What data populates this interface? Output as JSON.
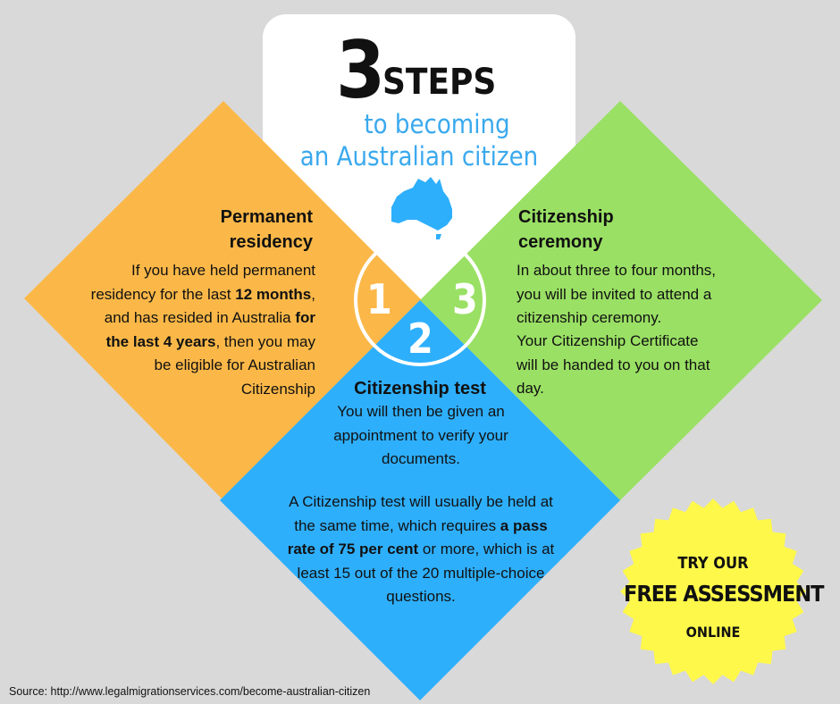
{
  "title": {
    "number": "3",
    "word": "STEPS",
    "subtitle_line1": "to becoming",
    "subtitle_line2": "an Australian citizen"
  },
  "steps": [
    {
      "number": "1",
      "heading_line1": "Permanent",
      "heading_line2": "residency",
      "body_parts": [
        {
          "t": "If you have held permanent residency for the last ",
          "b": false
        },
        {
          "t": "12 months",
          "b": true
        },
        {
          "t": ", and has resided in Australia ",
          "b": false
        },
        {
          "t": "for the last 4 years",
          "b": true
        },
        {
          "t": ", then you may be eligible for Australian Citizenship",
          "b": false
        }
      ]
    },
    {
      "number": "2",
      "heading": "Citizenship test",
      "body1": "You will then be given an appointment to verify your documents.",
      "body2_parts": [
        {
          "t": "A Citizenship test will usually be held at the same time, which requires ",
          "b": false
        },
        {
          "t": "a pass rate of 75 per cent",
          "b": true
        },
        {
          "t": " or more, which is at least 15 out of the 20 multiple-choice questions.",
          "b": false
        }
      ]
    },
    {
      "number": "3",
      "heading_line1": "Citizenship",
      "heading_line2": "ceremony",
      "body1": "In about three to four months, you will be invited to attend a citizenship ceremony.",
      "body2": "Your Citizenship Certificate will be handed to you on that day."
    }
  ],
  "badge": {
    "line1": "TRY OUR",
    "line2": "FREE ASSESSMENT",
    "line3": "ONLINE"
  },
  "source": "Source: http://www.legalmigrationservices.com/become-australian-citizen",
  "colors": {
    "background": "#d9d9d9",
    "orange": "#fbb848",
    "green": "#9ae064",
    "blue": "#2eaffc",
    "yellow": "#fef84a",
    "title_blue": "#3aa9ee"
  },
  "icons": [
    "australia-map-icon"
  ]
}
